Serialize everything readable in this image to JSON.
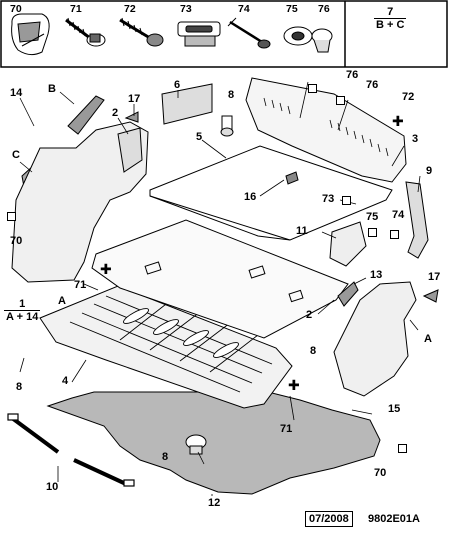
{
  "legend": {
    "parts": [
      "70",
      "71",
      "72",
      "73",
      "74",
      "75",
      "76"
    ],
    "fraction_top": {
      "numerator": "7",
      "denominator": "B + C"
    }
  },
  "callouts": {
    "c14": "14",
    "cB": "B",
    "c2a": "2",
    "c17a": "17",
    "c6": "6",
    "c8a": "8",
    "c76a": "76",
    "c76b": "76",
    "c72": "72",
    "c3": "3",
    "cC": "C",
    "c5": "5",
    "c9": "9",
    "c16": "16",
    "c73": "73",
    "c70a": "70",
    "c11": "11",
    "c75": "75",
    "c74": "74",
    "c71a": "71",
    "cA1": "A",
    "c13": "13",
    "c17b": "17",
    "c2b": "2",
    "cA2": "A",
    "c8b": "8",
    "c4": "4",
    "c8c": "8",
    "c71b": "71",
    "c15": "15",
    "c8d": "8",
    "c10": "10",
    "c70b": "70",
    "c12": "12"
  },
  "fraction_left": {
    "numerator": "1",
    "denominator": "A + 14"
  },
  "footer": {
    "date": "07/2008",
    "ref": "9802E01A"
  }
}
